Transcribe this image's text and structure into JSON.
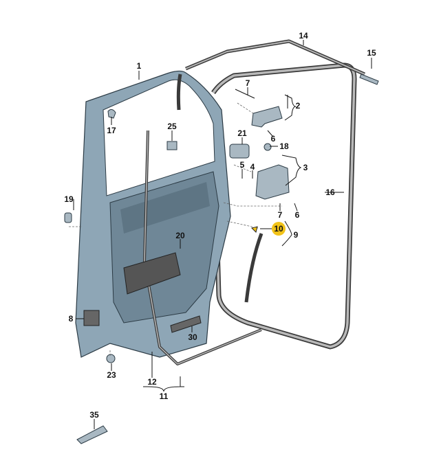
{
  "diagram": {
    "title": "Sliding door parts diagram",
    "accent_color": "#f2c318",
    "door_color": "#8ea6b6",
    "callouts": [
      "1",
      "14",
      "15",
      "7",
      "2",
      "17",
      "25",
      "21",
      "18",
      "6",
      "5",
      "4",
      "3",
      "19",
      "16",
      "7",
      "6",
      "10",
      "9",
      "20",
      "8",
      "30",
      "23",
      "12",
      "11",
      "35"
    ],
    "highlighted": "10"
  }
}
